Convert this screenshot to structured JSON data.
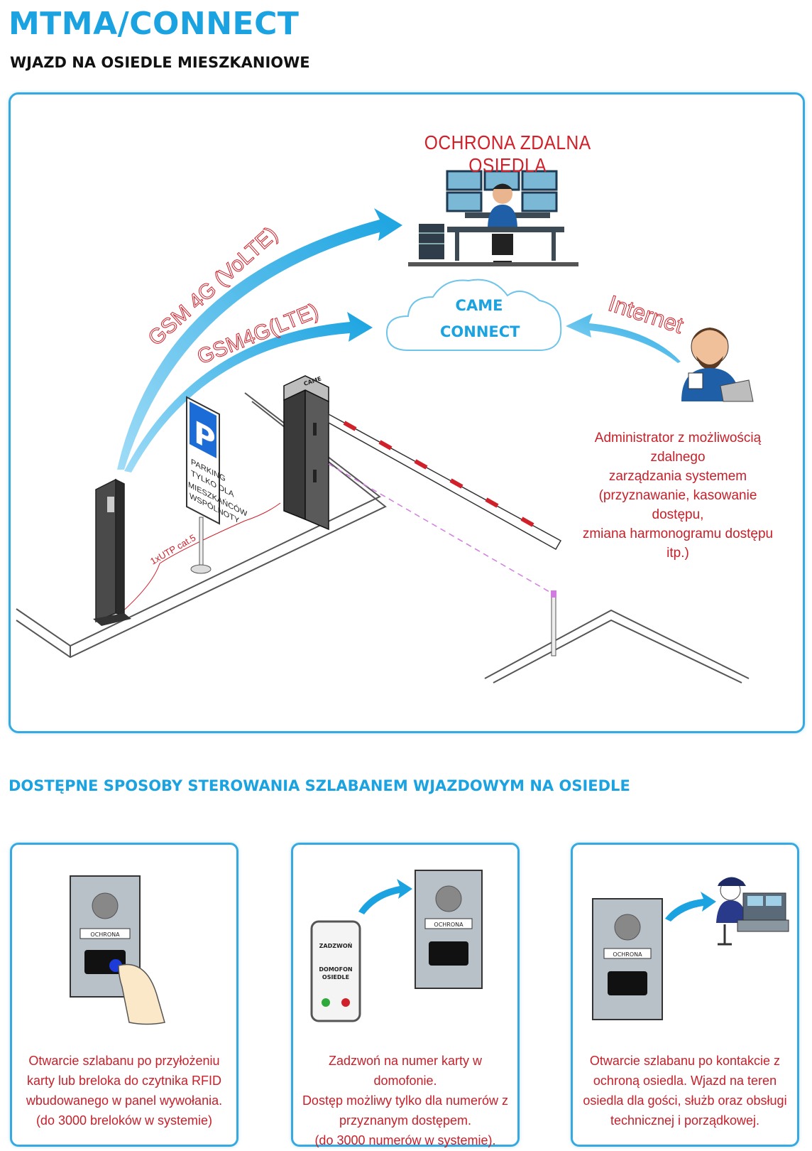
{
  "header": {
    "title": "MTMA/CONNECT",
    "subtitle": "WJAZD NA OSIEDLE MIESZKANIOWE"
  },
  "diagram": {
    "remote_security_label": "OCHRONA ZDALNA OSIEDLA",
    "cloud": {
      "line1": "CAME",
      "line2": "CONNECT"
    },
    "links": {
      "volte": "GSM 4G (VoLTE)",
      "lte": "GSM4G(LTE)",
      "internet": "Internet",
      "cable": "1xUTP cat.5"
    },
    "parking_sign": {
      "letter": "P",
      "lines": [
        "PARKING",
        "TYLKO DLA",
        "MIESZKAŃCÓW",
        "WSPÓLNOTY"
      ]
    },
    "barrier_brand": "CAME",
    "admin_text": [
      "Administrator z możliwością zdalnego",
      "zarządzania systemem",
      "(przyznawanie, kasowanie dostępu,",
      "zmiana harmonogramu dostępu itp.)"
    ]
  },
  "section": {
    "heading": "DOSTĘPNE SPOSOBY STEROWANIA SZLABANEM WJAZDOWYM NA OSIEDLE"
  },
  "methods": [
    {
      "panel_label": "OCHRONA",
      "text": [
        "Otwarcie szlabanu po przyłożeniu",
        "karty lub breloka do czytnika RFID",
        "wbudowanego w panel wywołania.",
        "(do 3000 breloków w systemie)"
      ]
    },
    {
      "panel_label": "OCHRONA",
      "phone": {
        "call": "ZADZWOŃ",
        "contact_line1": "DOMOFON",
        "contact_line2": "OSIEDLE"
      },
      "text": [
        "Zadzwoń na numer karty w domofonie.",
        "Dostęp możliwy tylko dla numerów z",
        "przyznanym dostępem.",
        "(do 3000 numerów w systemie)."
      ]
    },
    {
      "panel_label": "OCHRONA",
      "text": [
        "Otwarcie szlabanu po kontakcie z",
        "ochroną osiedla. Wjazd na teren",
        "osiedla dla gości, służb oraz obsługi",
        "technicznej i porządkowej."
      ]
    }
  ],
  "colors": {
    "brand_blue": "#1aa3e0",
    "border_blue": "#36a9e1",
    "accent_red": "#c8202a"
  }
}
